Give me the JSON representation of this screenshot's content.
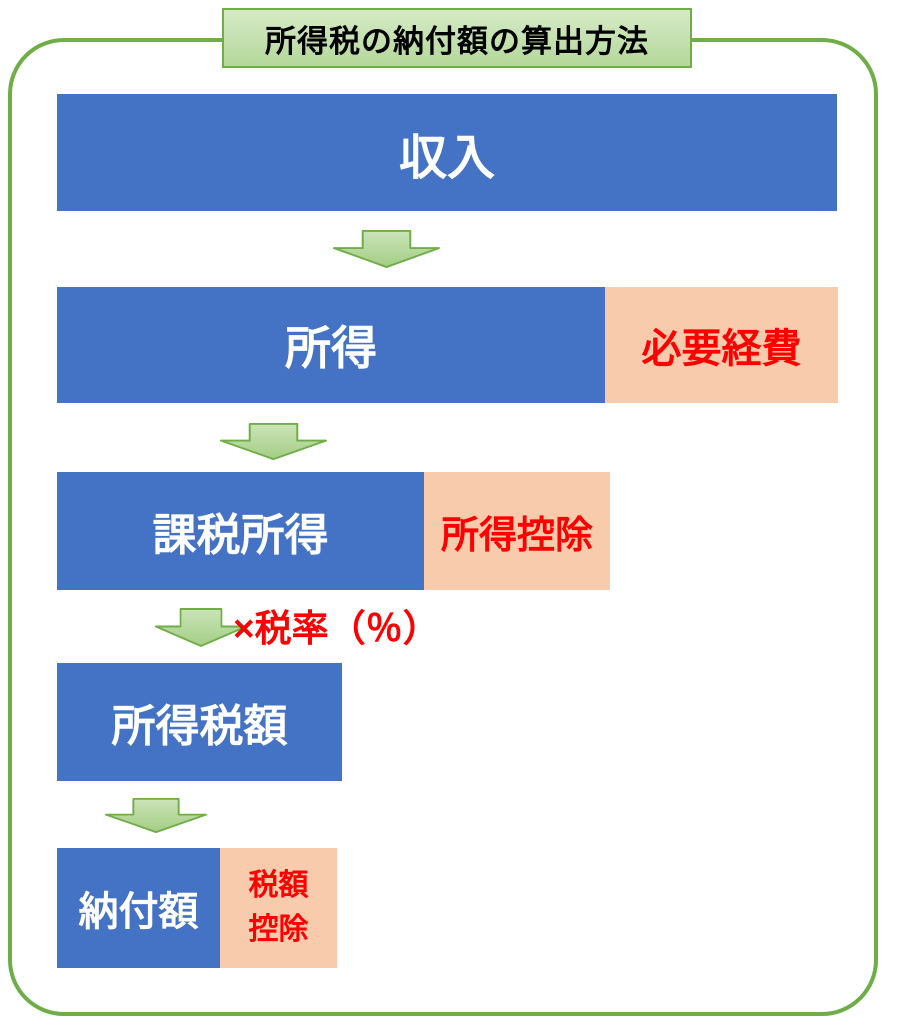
{
  "title": {
    "text": "所得税の納付額の算出方法"
  },
  "flow": {
    "rows": [
      {
        "main": "収入"
      },
      {
        "main": "所得",
        "deduction": "必要経費"
      },
      {
        "main": "課税所得",
        "deduction": "所得控除"
      },
      {
        "main": "所得税額"
      },
      {
        "main": "納付額",
        "deduction_line1": "税額",
        "deduction_line2": "控除"
      }
    ],
    "tax_rate_note": "×税率（％）"
  },
  "colors": {
    "bar_blue": "#4472C4",
    "deduction_peach": "#F8CBAD",
    "deduction_text_red": "#FF0000",
    "frame_green": "#6FAE46",
    "arrow_border_green": "#70AD47",
    "arrow_fill_light_green": "#B7D9A2",
    "title_fill_green": "#C3E0AE",
    "main_text_white": "#FFFFFF",
    "title_text_black": "#000000"
  }
}
